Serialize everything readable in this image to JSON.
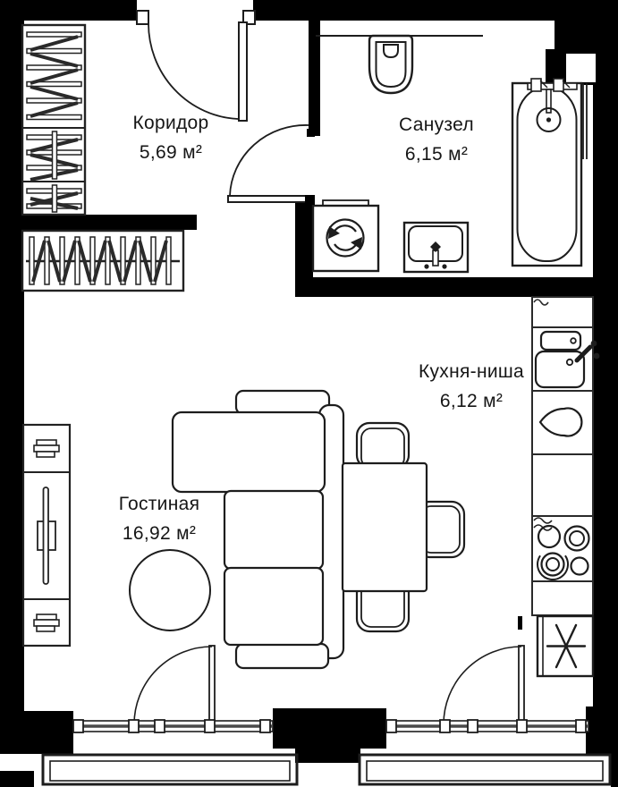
{
  "rooms": {
    "corridor": {
      "name": "Коридор",
      "area": "5,69 м²"
    },
    "bathroom": {
      "name": "Санузел",
      "area": "6,15 м²"
    },
    "kitchen": {
      "name": "Кухня-ниша",
      "area": "6,12 м²"
    },
    "living": {
      "name": "Гостиная",
      "area": "16,92 м²"
    }
  },
  "fixtures": [
    "tall-wardrobe",
    "low-wardrobe",
    "entrance-door",
    "bathroom-door",
    "toilet",
    "washing-machine",
    "washbasin",
    "bathtub",
    "shower-screen",
    "kitchen-sink",
    "stove",
    "fridge",
    "dining-table",
    "chair",
    "sofa",
    "rug",
    "tv-stand",
    "balcony-door",
    "window",
    "balcony"
  ],
  "colors": {
    "wall": "#000000",
    "line": "#1d1d1d",
    "background": "#ffffff"
  }
}
